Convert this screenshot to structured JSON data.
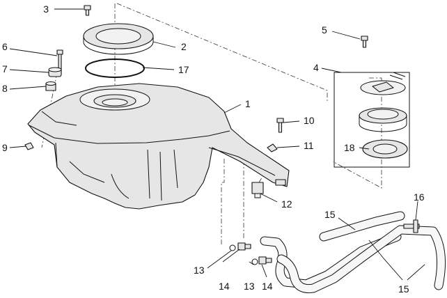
{
  "callouts": [
    {
      "id": "1",
      "text": "1"
    },
    {
      "id": "2",
      "text": "2"
    },
    {
      "id": "3",
      "text": "3"
    },
    {
      "id": "4",
      "text": "4"
    },
    {
      "id": "5",
      "text": "5"
    },
    {
      "id": "6",
      "text": "6"
    },
    {
      "id": "7",
      "text": "7"
    },
    {
      "id": "8",
      "text": "8"
    },
    {
      "id": "9",
      "text": "9"
    },
    {
      "id": "10",
      "text": "10"
    },
    {
      "id": "11",
      "text": "11"
    },
    {
      "id": "12",
      "text": "12"
    },
    {
      "id": "13a",
      "text": "13"
    },
    {
      "id": "13b",
      "text": "13"
    },
    {
      "id": "14a",
      "text": "14"
    },
    {
      "id": "14b",
      "text": "14"
    },
    {
      "id": "15a",
      "text": "15"
    },
    {
      "id": "15b",
      "text": "15"
    },
    {
      "id": "16",
      "text": "16"
    },
    {
      "id": "17",
      "text": "17"
    },
    {
      "id": "18",
      "text": "18"
    }
  ]
}
